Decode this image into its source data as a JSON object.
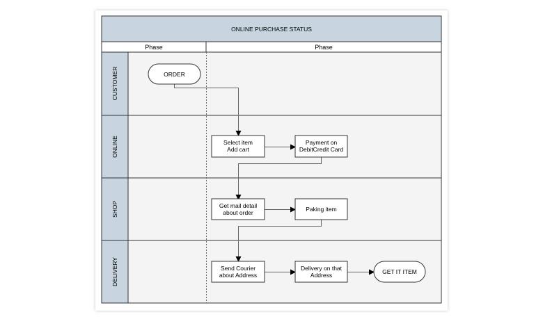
{
  "diagram": {
    "title": "ONLINE PURCHASE STATUS",
    "phases": [
      "Phase",
      "Phase"
    ],
    "lanes": [
      "CUSTOMER",
      "ONLINE",
      "SHOP",
      "DELIVERY"
    ],
    "nodes": {
      "order": {
        "lines": [
          "ORDER"
        ],
        "shape": "terminator"
      },
      "select_item": {
        "lines": [
          "Select item",
          "Add cart"
        ],
        "shape": "process"
      },
      "payment": {
        "lines": [
          "Payment on",
          "DebitCredit Card"
        ],
        "shape": "process"
      },
      "get_mail": {
        "lines": [
          "Get mail detail",
          "about order"
        ],
        "shape": "process"
      },
      "paking": {
        "lines": [
          "Paking item"
        ],
        "shape": "process"
      },
      "send_courier": {
        "lines": [
          "Send Courier",
          "about Address"
        ],
        "shape": "process"
      },
      "delivery": {
        "lines": [
          "Delivery on that",
          "Address"
        ],
        "shape": "process"
      },
      "get_it": {
        "lines": [
          "GET IT ITEM"
        ],
        "shape": "terminator"
      }
    },
    "edges": [
      [
        "order",
        "select_item"
      ],
      [
        "select_item",
        "payment"
      ],
      [
        "payment",
        "get_mail"
      ],
      [
        "get_mail",
        "paking"
      ],
      [
        "paking",
        "send_courier"
      ],
      [
        "send_courier",
        "delivery"
      ],
      [
        "delivery",
        "get_it"
      ]
    ],
    "colors": {
      "header": "#c8d4df",
      "lane_bg": "#f4f4f4",
      "border": "#333333"
    }
  }
}
